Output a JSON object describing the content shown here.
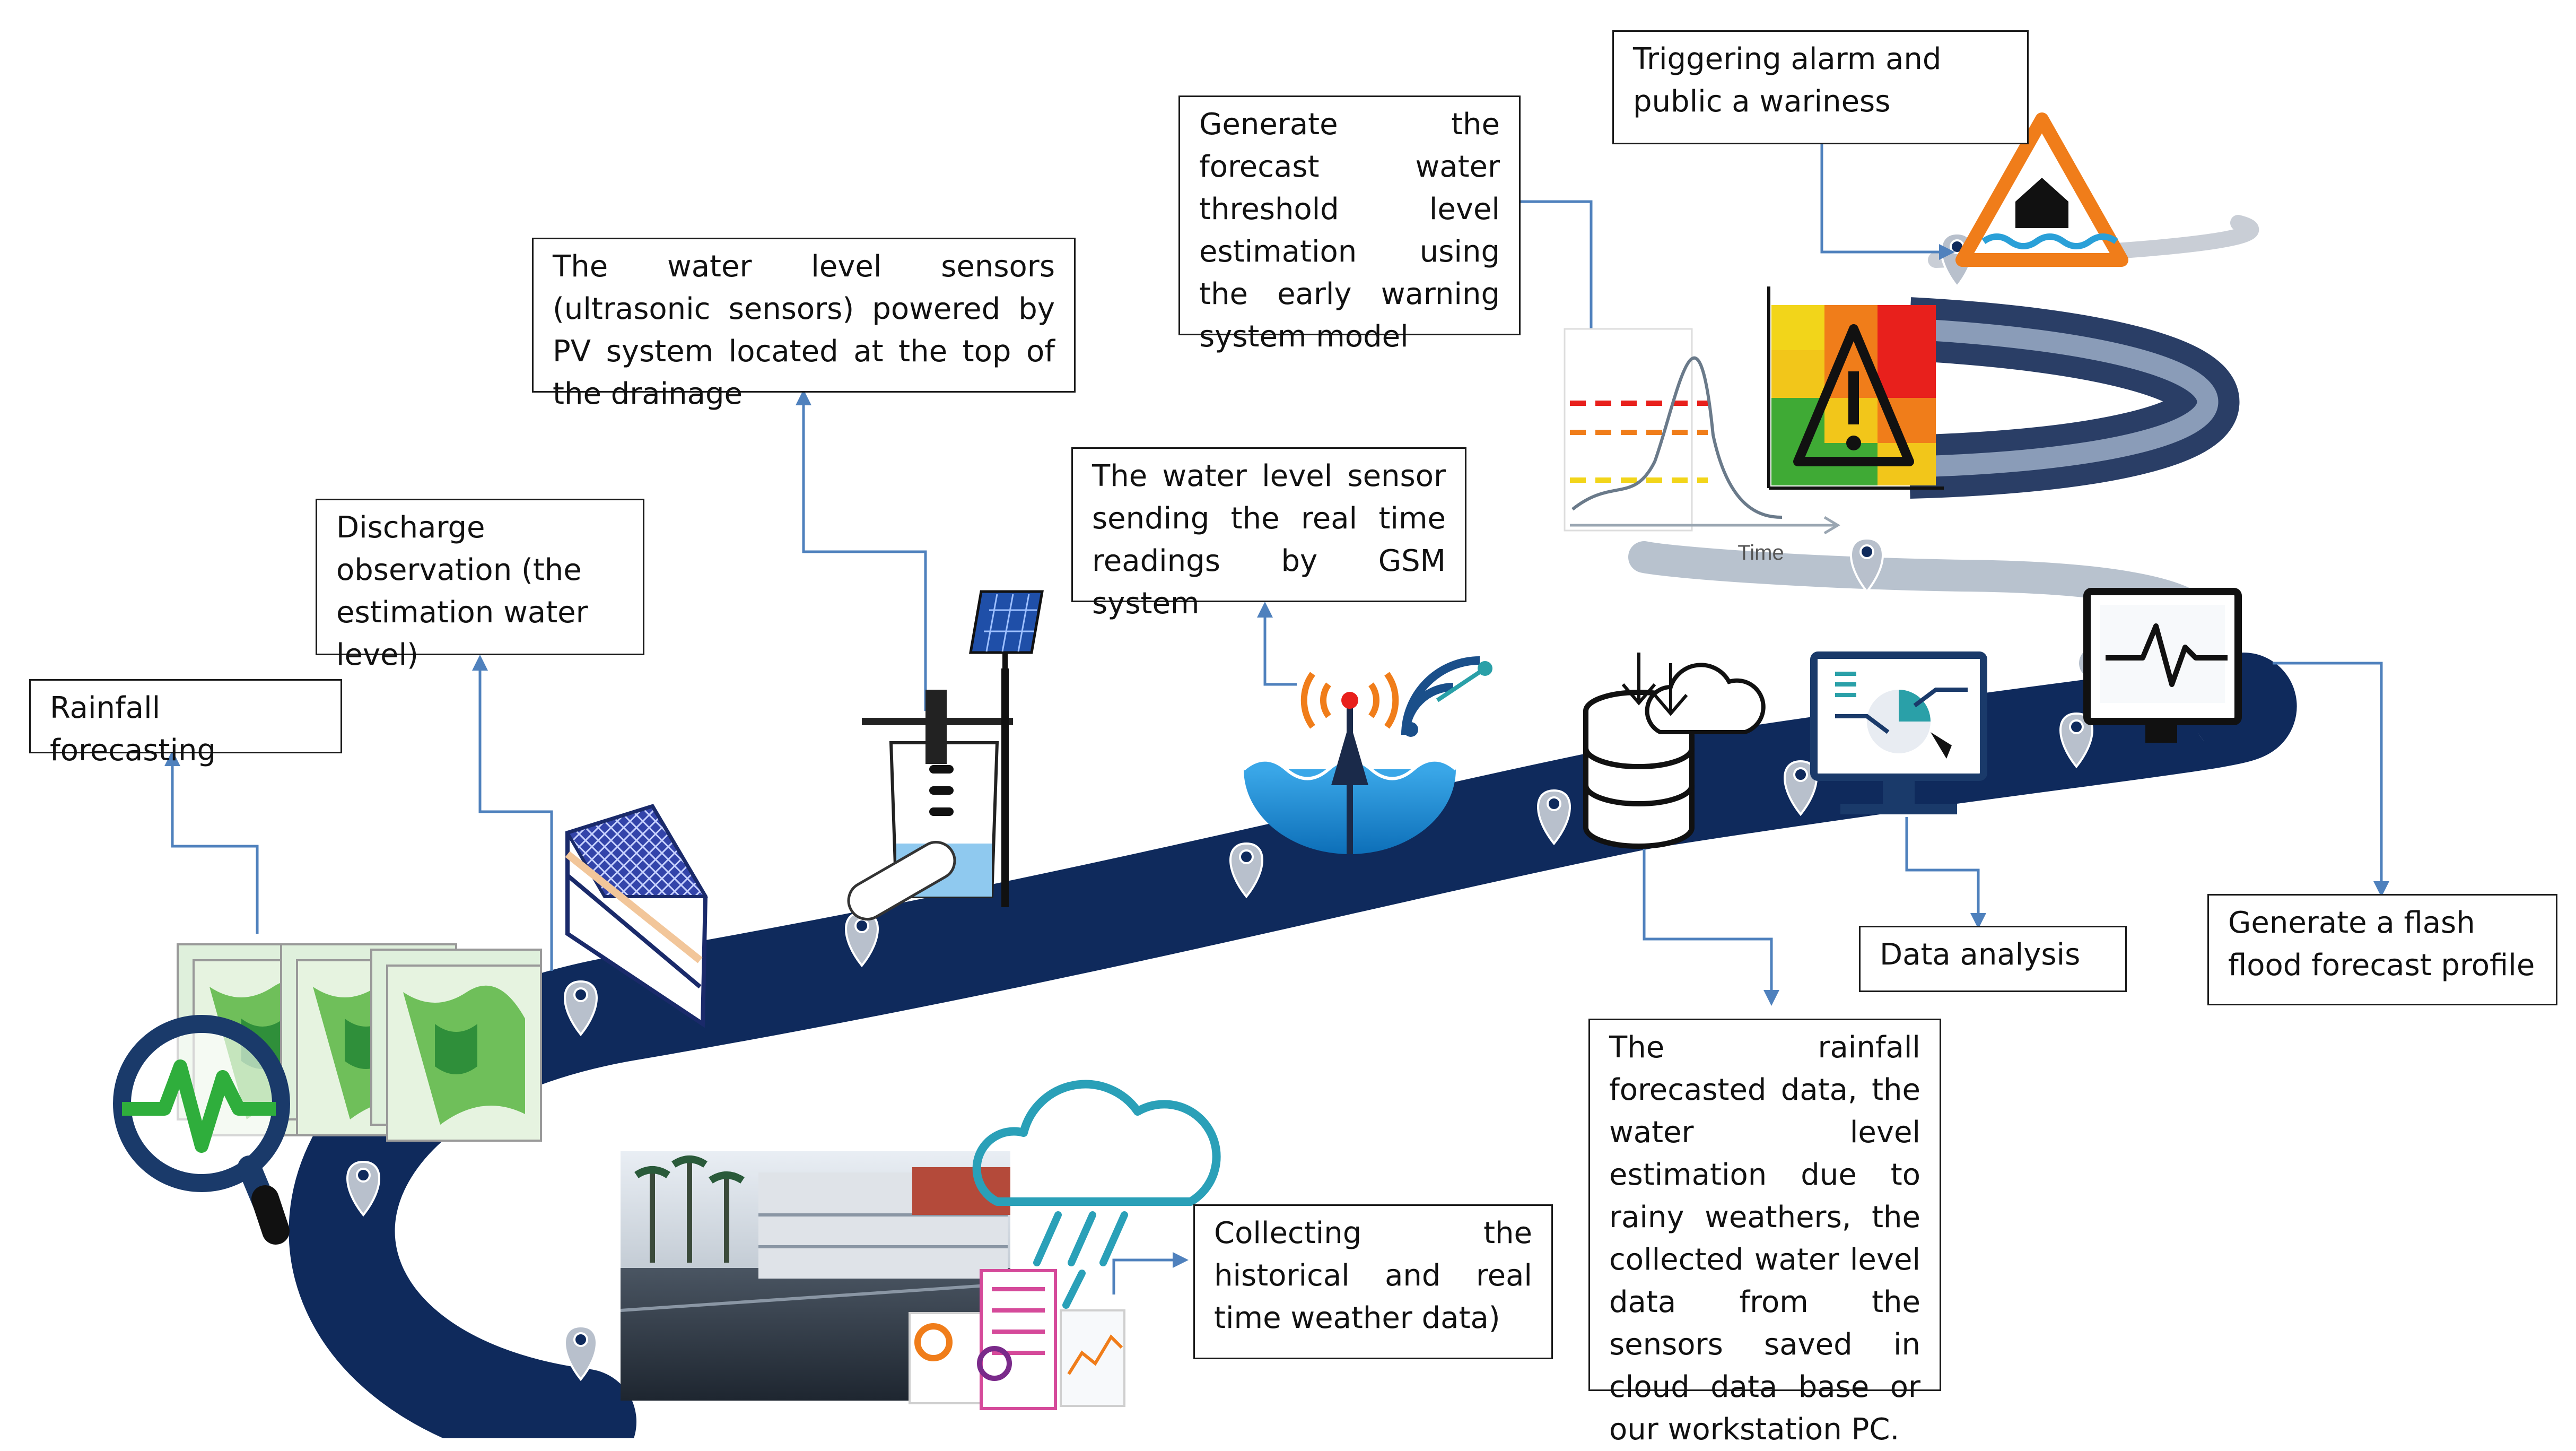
{
  "steps": {
    "rainfall_forecasting": "Rainfall forecasting",
    "discharge_observation": "Discharge observation (the estimation water level)",
    "water_level_sensors": "The water level sensors (ultrasonic sensors) powered by PV system located at the top of the drainage",
    "gsm_sending": "The water level sensor sending the real time readings by GSM system",
    "threshold_estimation": "Generate the forecast water threshold level estimation using the early warning system model",
    "alarm": "Triggering alarm and public a wariness",
    "data_storage": "The rainfall forecasted data, the water level estimation due to rainy weathers, the collected water level data from the sensors saved in cloud data base or our workstation PC.",
    "data_analysis": "Data analysis",
    "flash_flood_profile": "Generate a flash flood forecast profile",
    "collecting_weather": "Collecting the historical and real time weather data)"
  },
  "hydrograph": {
    "x_axis_label": "Time"
  },
  "colors": {
    "road": "#0f2a5c",
    "road_light": "#c4ccd6",
    "connector": "#4f81bd",
    "pin": "#b0b8c4",
    "warning_orange": "#f07d1a",
    "risk_red": "#e8201c",
    "risk_green": "#3faa35",
    "risk_yellow": "#f2c61a"
  },
  "icons": [
    "map-pin-icon",
    "magnifier-icon",
    "satellite-maps-icon",
    "drainage-cross-section-icon",
    "ultrasonic-sensor-icon",
    "solar-panel-icon",
    "gsm-antenna-icon",
    "wifi-signal-icon",
    "database-icon",
    "cloud-icon",
    "analysis-monitor-icon",
    "ecg-monitor-icon",
    "flood-warning-sign-icon",
    "risk-matrix-icon",
    "rain-cloud-icon",
    "street-photo",
    "report-documents-icon"
  ]
}
